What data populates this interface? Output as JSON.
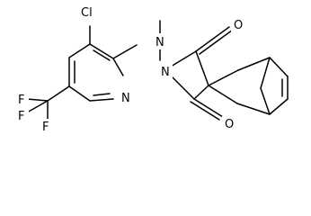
{
  "molecule": {
    "atoms": {
      "cl": "Cl",
      "n_amine": "N",
      "n_pyridine": "N",
      "n_imide": "N",
      "o_top": "O",
      "o_bottom": "O",
      "f1": "F",
      "f2": "F",
      "f3": "F"
    }
  }
}
